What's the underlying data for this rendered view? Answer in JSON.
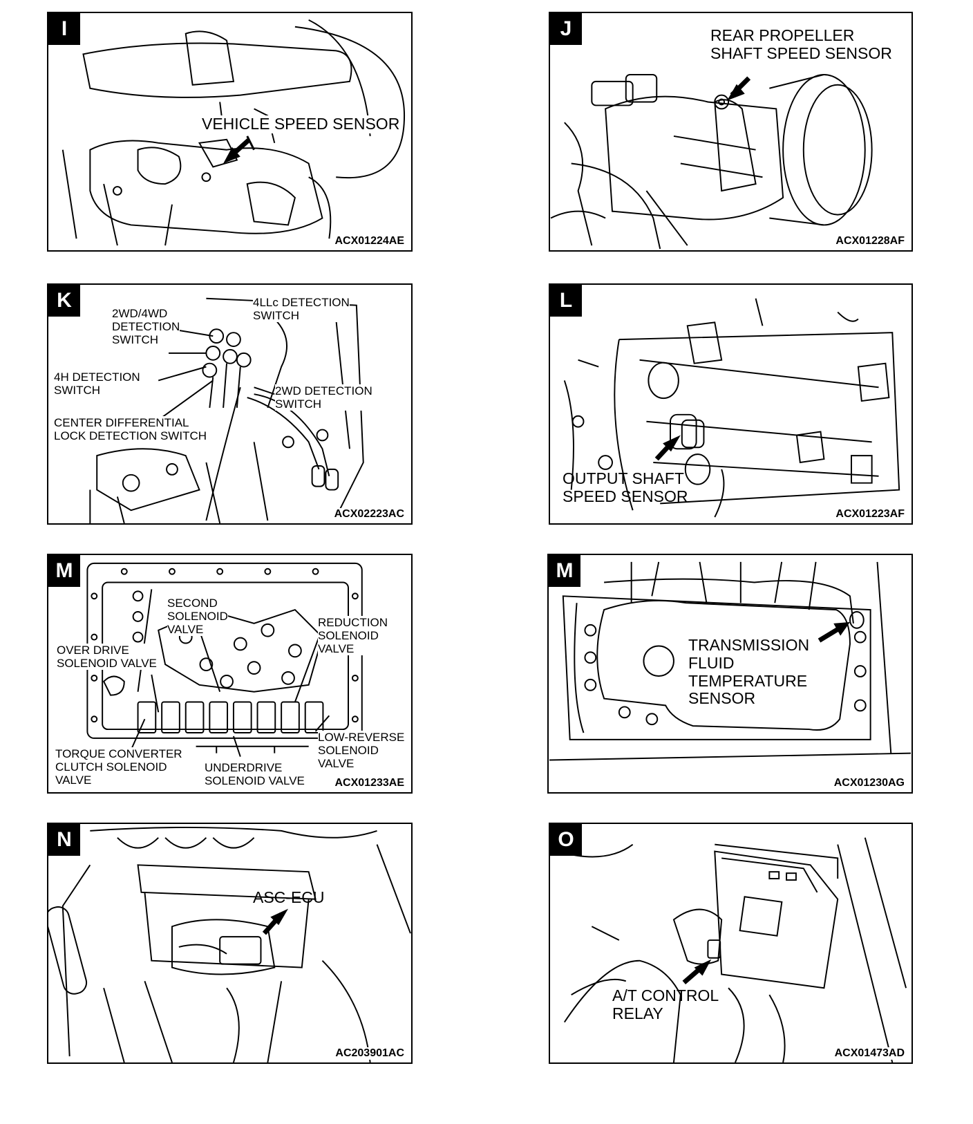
{
  "panels": {
    "I": {
      "letter": "I",
      "code": "ACX01224AE",
      "labels": [
        "VEHICLE SPEED SENSOR"
      ]
    },
    "J": {
      "letter": "J",
      "code": "ACX01228AF",
      "labels": [
        "REAR PROPELLER\nSHAFT SPEED SENSOR"
      ]
    },
    "K": {
      "letter": "K",
      "code": "ACX02223AC",
      "labels": [
        "2WD/4WD\nDETECTION\nSWITCH",
        "4LLc DETECTION\nSWITCH",
        "4H DETECTION\nSWITCH",
        "2WD DETECTION\nSWITCH",
        "CENTER DIFFERENTIAL\nLOCK DETECTION SWITCH"
      ]
    },
    "L": {
      "letter": "L",
      "code": "ACX01223AF",
      "labels": [
        "OUTPUT SHAFT\nSPEED SENSOR"
      ]
    },
    "M1": {
      "letter": "M",
      "code": "ACX01233AE",
      "labels": [
        "SECOND\nSOLENOID\nVALVE",
        "REDUCTION\nSOLENOID\nVALVE",
        "OVER DRIVE\nSOLENOID VALVE",
        "TORQUE CONVERTER\nCLUTCH SOLENOID\nVALVE",
        "UNDERDRIVE\nSOLENOID VALVE",
        "LOW-REVERSE\nSOLENOID\nVALVE"
      ]
    },
    "M2": {
      "letter": "M",
      "code": "ACX01230AG",
      "labels": [
        "TRANSMISSION\nFLUID\nTEMPERATURE\nSENSOR"
      ]
    },
    "N": {
      "letter": "N",
      "code": "AC203901AC",
      "labels": [
        "ASC-ECU"
      ]
    },
    "O": {
      "letter": "O",
      "code": "ACX01473AD",
      "labels": [
        "A/T CONTROL\nRELAY"
      ]
    }
  }
}
